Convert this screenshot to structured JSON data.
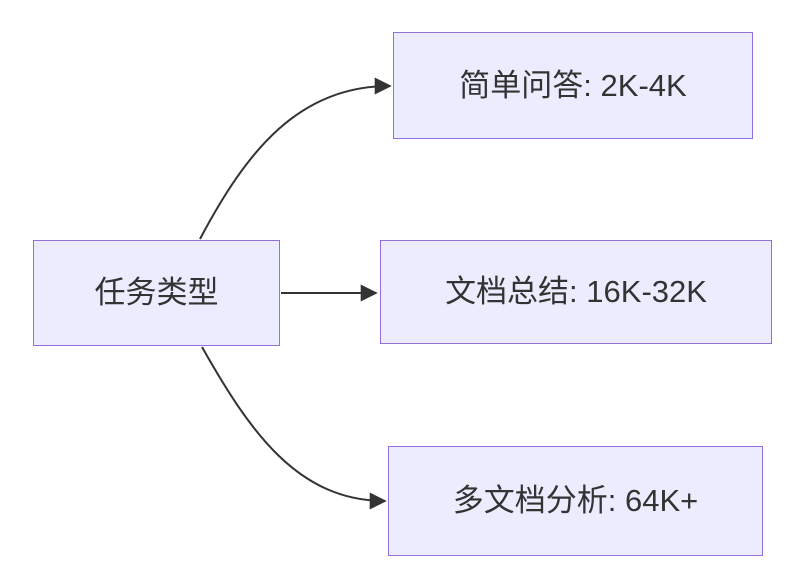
{
  "diagram": {
    "type": "flowchart",
    "direction": "left-to-right",
    "background_color": "#ffffff",
    "colors": {
      "node_fill": "#ECECFF",
      "node_border": "#9370DB",
      "edge_line": "#333333",
      "text": "#333333"
    },
    "nodes": {
      "root": {
        "label": "任务类型"
      },
      "simple_qa": {
        "label": "简单问答: 2K-4K"
      },
      "doc_summary": {
        "label": "文档总结: 16K-32K"
      },
      "multi_doc": {
        "label": "多文档分析: 64K+"
      }
    },
    "edges": [
      {
        "from": "任务类型",
        "to": "简单问答: 2K-4K",
        "style": "curved-up"
      },
      {
        "from": "任务类型",
        "to": "文档总结: 16K-32K",
        "style": "straight"
      },
      {
        "from": "任务类型",
        "to": "多文档分析: 64K+",
        "style": "curved-down"
      }
    ]
  }
}
